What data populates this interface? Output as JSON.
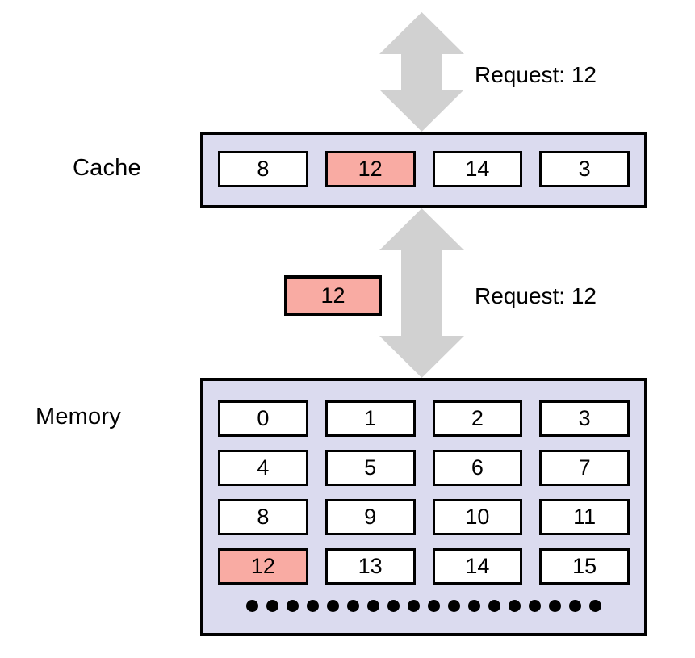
{
  "colors": {
    "container_fill": "#DBDBEF",
    "cell_fill": "#FFFFFF",
    "highlight_fill": "#F9ABA3",
    "arrow_fill": "#D1D1D1",
    "border": "#000000"
  },
  "labels": {
    "cache": "Cache",
    "memory": "Memory"
  },
  "requests": {
    "top": "Request: 12",
    "middle": "Request: 12"
  },
  "transfer_block": {
    "value": "12"
  },
  "cache": {
    "cells": [
      {
        "value": "8",
        "highlighted": false
      },
      {
        "value": "12",
        "highlighted": true
      },
      {
        "value": "14",
        "highlighted": false
      },
      {
        "value": "3",
        "highlighted": false
      }
    ]
  },
  "memory": {
    "cells": [
      {
        "value": "0",
        "highlighted": false
      },
      {
        "value": "1",
        "highlighted": false
      },
      {
        "value": "2",
        "highlighted": false
      },
      {
        "value": "3",
        "highlighted": false
      },
      {
        "value": "4",
        "highlighted": false
      },
      {
        "value": "5",
        "highlighted": false
      },
      {
        "value": "6",
        "highlighted": false
      },
      {
        "value": "7",
        "highlighted": false
      },
      {
        "value": "8",
        "highlighted": false
      },
      {
        "value": "9",
        "highlighted": false
      },
      {
        "value": "10",
        "highlighted": false
      },
      {
        "value": "11",
        "highlighted": false
      },
      {
        "value": "12",
        "highlighted": true
      },
      {
        "value": "13",
        "highlighted": false
      },
      {
        "value": "14",
        "highlighted": false
      },
      {
        "value": "15",
        "highlighted": false
      }
    ],
    "ellipsis_dots": 18
  }
}
